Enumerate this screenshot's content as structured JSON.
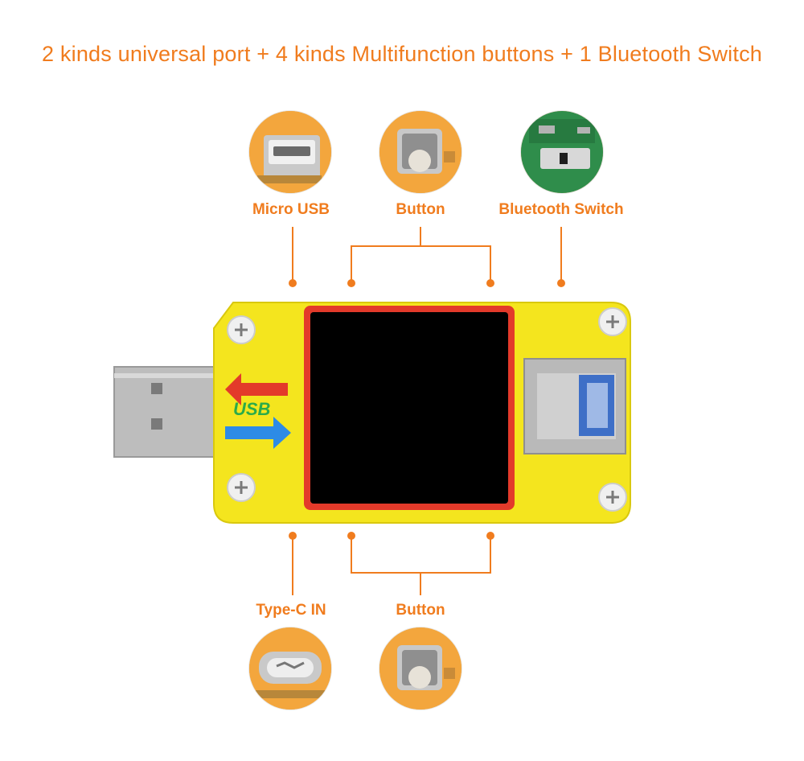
{
  "headline": "2 kinds universal port + 4 kinds Multifunction buttons + 1 Bluetooth Switch",
  "callouts": {
    "micro_usb": "Micro USB",
    "button_top": "Button",
    "bluetooth_switch": "Bluetooth Switch",
    "type_c_in": "Type-C IN",
    "button_bottom": "Button"
  },
  "device": {
    "logo_text": "USB"
  },
  "colors": {
    "accent": "#f07c1e",
    "device_body": "#f5e51c",
    "screen_border": "#e33a2a"
  }
}
